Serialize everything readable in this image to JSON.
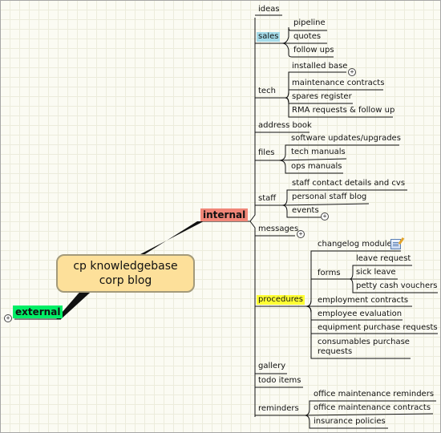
{
  "central": {
    "line1": "cp knowledgebase",
    "line2": "corp blog"
  },
  "external": {
    "label": "external",
    "color": "#00ee66"
  },
  "internal": {
    "label": "internal",
    "color": "#f08678",
    "children": {
      "ideas": "ideas",
      "sales": {
        "label": "sales",
        "items": [
          "pipeline",
          "quotes",
          "follow ups"
        ]
      },
      "tech": {
        "label": "tech",
        "items": [
          "installed base",
          "maintenance contracts",
          "spares register",
          "RMA requests & follow up"
        ]
      },
      "address_book": "address book",
      "files": {
        "label": "files",
        "items": [
          "software updates/upgrades",
          "tech manuals",
          "ops manuals"
        ]
      },
      "staff": {
        "label": "staff",
        "items": [
          "staff contact details and cvs",
          "personal staff blog",
          "events"
        ]
      },
      "messages": "messages",
      "procedures": {
        "label": "procedures",
        "items": {
          "changelog": "changelog module",
          "forms": {
            "label": "forms",
            "items": [
              "leave request",
              "sick leave",
              "petty cash vouchers"
            ]
          },
          "employment": "employment contracts",
          "evaluation": "employee evaluation",
          "equipment": "equipment purchase requests",
          "consumables": "consumables purchase requests"
        }
      },
      "gallery": "gallery",
      "todo": "todo items",
      "reminders": {
        "label": "reminders",
        "items": [
          "office maintenance reminders",
          "office maintenance contracts",
          "insurance policies"
        ]
      }
    }
  },
  "colors": {
    "sales_highlight": "#a5dbe9",
    "procedures_highlight": "#ffff33",
    "central_fill": "#fde09a"
  }
}
